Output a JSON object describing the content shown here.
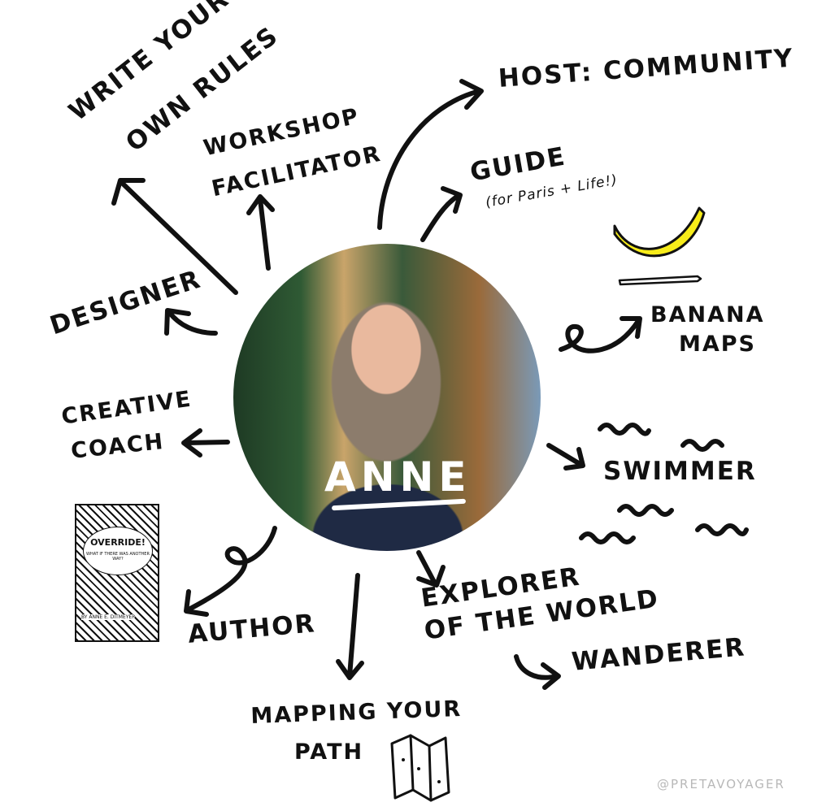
{
  "center": {
    "name": "ANNE"
  },
  "labels": {
    "write_rules_line1": "WRITE YOUR",
    "write_rules_line2": "OWN RULES",
    "workshop_line1": "WORKSHOP",
    "workshop_line2": "FACILITATOR",
    "host": "HOST: COMMUNITY",
    "guide": "GUIDE",
    "guide_sub": "(for Paris + Life!)",
    "designer": "DESIGNER",
    "banana_line1": "BANANA",
    "banana_line2": "MAPS",
    "creative_line1": "CREATIVE",
    "creative_line2": "COACH",
    "swimmer": "SWIMMER",
    "author": "AUTHOR",
    "explorer_line1": "EXPLORER",
    "explorer_line2": "OF THE WORLD",
    "wanderer": "WANDERER",
    "mapping_line1": "MAPPING YOUR",
    "mapping_line2": "PATH"
  },
  "book": {
    "title": "OVERRIDE!",
    "subtitle": "WHAT IF THERE WAS ANOTHER WAY?",
    "author_line": "BY ANNE E. DITMEYER"
  },
  "watermark": "@PRETAVOYAGER",
  "colors": {
    "ink": "#111111",
    "banana": "#f7ec1a",
    "background": "#ffffff"
  }
}
